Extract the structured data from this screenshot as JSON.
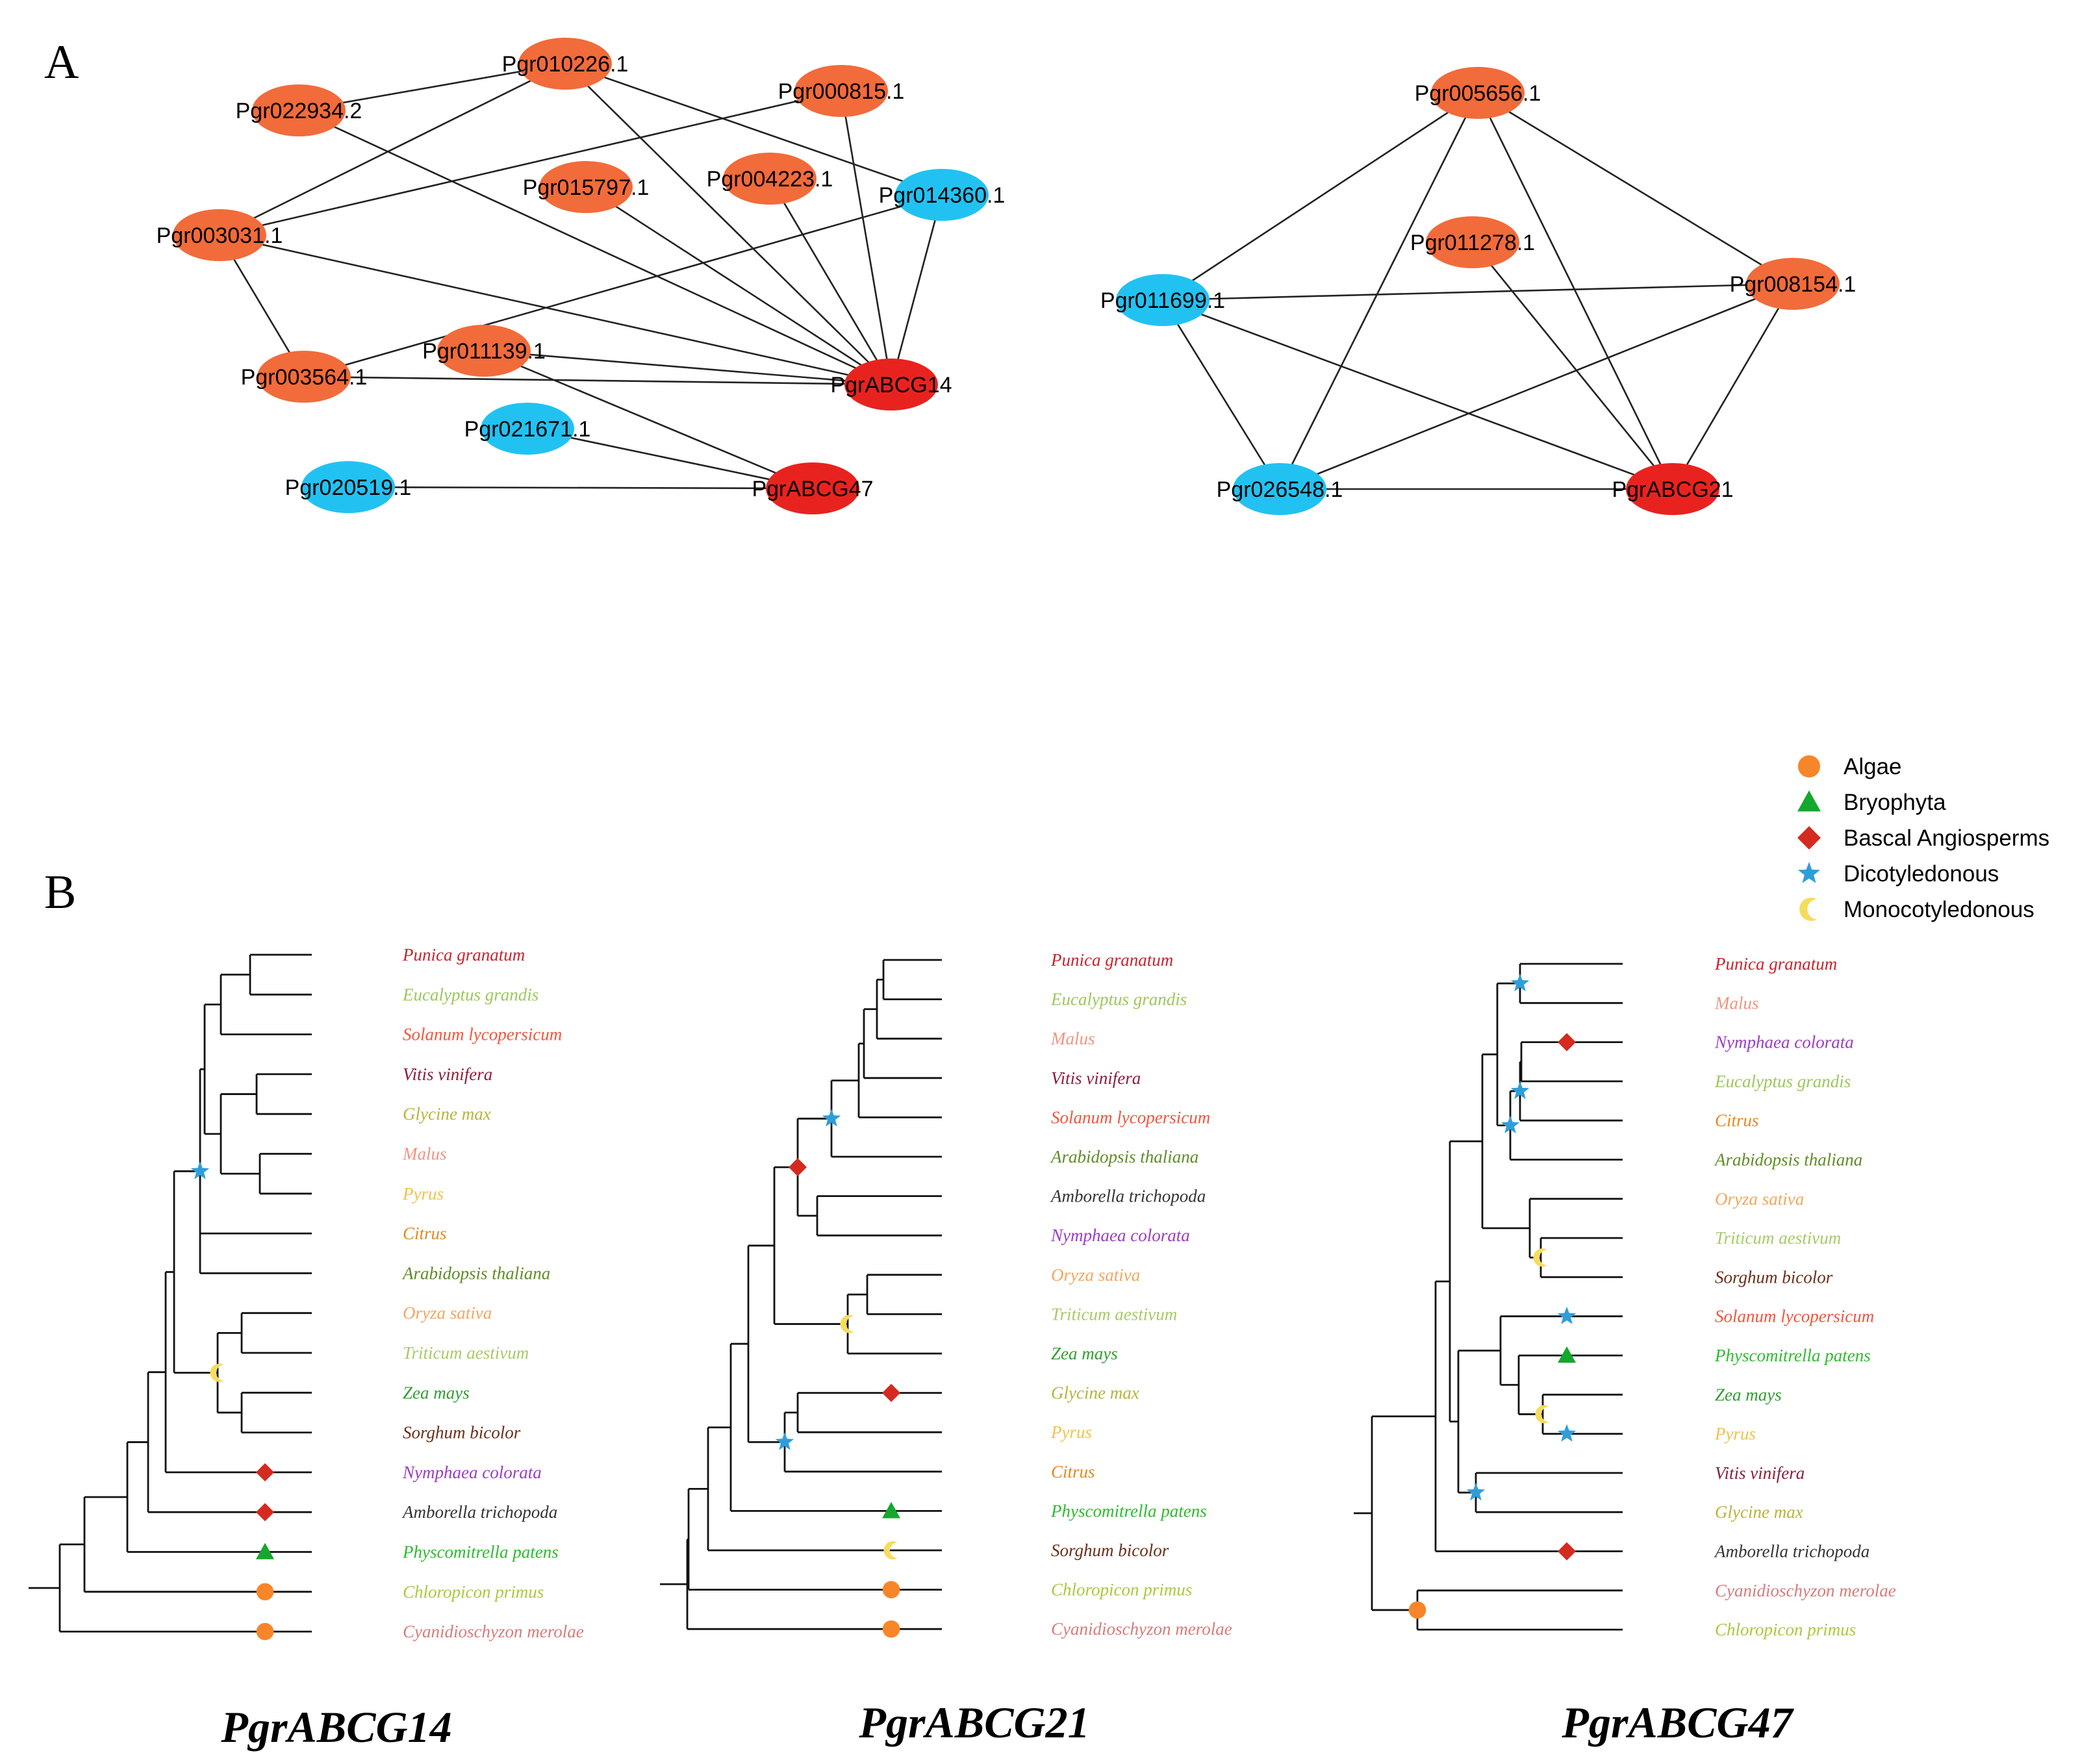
{
  "panel_a": {
    "letter": "A",
    "colors": {
      "orange": "#F26B3A",
      "blue": "#21C2F2",
      "red": "#E8231F"
    },
    "networks": [
      {
        "name": "left",
        "nodes": [
          {
            "id": "Pgr010226.1",
            "label": "Pgr010226.1",
            "color": "orange"
          },
          {
            "id": "Pgr022934.2",
            "label": "Pgr022934.2",
            "color": "orange"
          },
          {
            "id": "Pgr000815.1",
            "label": "Pgr000815.1",
            "color": "orange"
          },
          {
            "id": "Pgr015797.1",
            "label": "Pgr015797.1",
            "color": "orange"
          },
          {
            "id": "Pgr004223.1",
            "label": "Pgr004223.1",
            "color": "orange"
          },
          {
            "id": "Pgr014360.1",
            "label": "Pgr014360.1",
            "color": "blue"
          },
          {
            "id": "Pgr003031.1",
            "label": "Pgr003031.1",
            "color": "orange"
          },
          {
            "id": "Pgr011139.1",
            "label": "Pgr011139.1",
            "color": "orange"
          },
          {
            "id": "Pgr003564.1",
            "label": "Pgr003564.1",
            "color": "orange"
          },
          {
            "id": "PgrABCG14",
            "label": "PgrABCG14",
            "color": "red"
          },
          {
            "id": "Pgr021671.1",
            "label": "Pgr021671.1",
            "color": "blue"
          },
          {
            "id": "Pgr020519.1",
            "label": "Pgr020519.1",
            "color": "blue"
          },
          {
            "id": "PgrABCG47",
            "label": "PgrABCG47",
            "color": "red"
          }
        ],
        "edges": [
          [
            "Pgr022934.2",
            "Pgr010226.1"
          ],
          [
            "Pgr010226.1",
            "Pgr003031.1"
          ],
          [
            "Pgr010226.1",
            "Pgr014360.1"
          ],
          [
            "Pgr010226.1",
            "PgrABCG14"
          ],
          [
            "Pgr022934.2",
            "PgrABCG14"
          ],
          [
            "Pgr003031.1",
            "Pgr000815.1"
          ],
          [
            "Pgr000815.1",
            "PgrABCG14"
          ],
          [
            "Pgr015797.1",
            "PgrABCG14"
          ],
          [
            "Pgr004223.1",
            "PgrABCG14"
          ],
          [
            "Pgr014360.1",
            "PgrABCG14"
          ],
          [
            "Pgr003031.1",
            "PgrABCG14"
          ],
          [
            "Pgr003031.1",
            "Pgr003564.1"
          ],
          [
            "Pgr003564.1",
            "Pgr014360.1"
          ],
          [
            "Pgr003564.1",
            "PgrABCG14"
          ],
          [
            "Pgr011139.1",
            "PgrABCG14"
          ],
          [
            "Pgr011139.1",
            "PgrABCG47"
          ],
          [
            "Pgr021671.1",
            "PgrABCG47"
          ],
          [
            "Pgr020519.1",
            "PgrABCG47"
          ]
        ]
      },
      {
        "name": "right",
        "nodes": [
          {
            "id": "Pgr005656.1",
            "label": "Pgr005656.1",
            "color": "orange"
          },
          {
            "id": "Pgr011278.1",
            "label": "Pgr011278.1",
            "color": "orange"
          },
          {
            "id": "Pgr011699.1",
            "label": "Pgr011699.1",
            "color": "blue"
          },
          {
            "id": "Pgr008154.1",
            "label": "Pgr008154.1",
            "color": "orange"
          },
          {
            "id": "Pgr026548.1",
            "label": "Pgr026548.1",
            "color": "blue"
          },
          {
            "id": "PgrABCG21",
            "label": "PgrABCG21",
            "color": "red"
          }
        ],
        "edges": [
          [
            "Pgr005656.1",
            "Pgr011699.1"
          ],
          [
            "Pgr005656.1",
            "Pgr008154.1"
          ],
          [
            "Pgr005656.1",
            "Pgr026548.1"
          ],
          [
            "Pgr005656.1",
            "PgrABCG21"
          ],
          [
            "Pgr011278.1",
            "PgrABCG21"
          ],
          [
            "Pgr011699.1",
            "Pgr008154.1"
          ],
          [
            "Pgr011699.1",
            "Pgr026548.1"
          ],
          [
            "Pgr011699.1",
            "PgrABCG21"
          ],
          [
            "Pgr026548.1",
            "Pgr008154.1"
          ],
          [
            "Pgr026548.1",
            "PgrABCG21"
          ],
          [
            "Pgr008154.1",
            "PgrABCG21"
          ]
        ]
      }
    ]
  },
  "panel_b": {
    "letter": "B",
    "legend": [
      {
        "shape": "circle",
        "color": "#F7862A",
        "label": "Algae"
      },
      {
        "shape": "triangle",
        "color": "#14A82C",
        "label": "Bryophyta"
      },
      {
        "shape": "diamond",
        "color": "#D42A1F",
        "label": "Bascal Angiosperms"
      },
      {
        "shape": "star",
        "color": "#2F9ED8",
        "label": "Dicotyledonous"
      },
      {
        "shape": "moon",
        "color": "#F6DC5E",
        "label": "Monocotyledonous"
      }
    ],
    "trees": [
      {
        "title": "PgrABCG14",
        "leaves": [
          {
            "label": "Punica granatum",
            "color": "#C6242D"
          },
          {
            "label": "Eucalyptus grandis",
            "color": "#9CC75A"
          },
          {
            "label": "Solanum lycopersicum",
            "color": "#F0553B"
          },
          {
            "label": "Vitis vinifera",
            "color": "#8E1C38"
          },
          {
            "label": "Glycine max",
            "color": "#B8B33C"
          },
          {
            "label": "Malus",
            "color": "#F19480"
          },
          {
            "label": "Pyrus",
            "color": "#F1C24A"
          },
          {
            "label": "Citrus",
            "color": "#E08A1E"
          },
          {
            "label": "Arabidopsis thaliana",
            "color": "#5E8C25"
          },
          {
            "label": "Oryza sativa",
            "color": "#F2A65E"
          },
          {
            "label": "Triticum aestivum",
            "color": "#A6CB66"
          },
          {
            "label": "Zea mays",
            "color": "#2E9E2E"
          },
          {
            "label": "Sorghum bicolor",
            "color": "#6B2E1A"
          },
          {
            "label": "Nymphaea colorata",
            "color": "#9B3BC4"
          },
          {
            "label": "Amborella trichopoda",
            "color": "#333333"
          },
          {
            "label": "Physcomitrella patens",
            "color": "#2DBB2D"
          },
          {
            "label": "Chloropicon primus",
            "color": "#A8C940"
          },
          {
            "label": "Cyanidioschyzon merolae",
            "color": "#D97A7A"
          }
        ]
      },
      {
        "title": "PgrABCG21",
        "leaves": [
          {
            "label": "Punica granatum",
            "color": "#C6242D"
          },
          {
            "label": "Eucalyptus grandis",
            "color": "#9CC75A"
          },
          {
            "label": "Malus",
            "color": "#F19480"
          },
          {
            "label": "Vitis vinifera",
            "color": "#8E1C38"
          },
          {
            "label": "Solanum lycopersicum",
            "color": "#F0553B"
          },
          {
            "label": "Arabidopsis thaliana",
            "color": "#5E8C25"
          },
          {
            "label": "Amborella trichopoda",
            "color": "#333333"
          },
          {
            "label": "Nymphaea colorata",
            "color": "#9B3BC4"
          },
          {
            "label": "Oryza sativa",
            "color": "#F2A65E"
          },
          {
            "label": "Triticum aestivum",
            "color": "#A6CB66"
          },
          {
            "label": "Zea mays",
            "color": "#2E9E2E"
          },
          {
            "label": "Glycine max",
            "color": "#B8B33C"
          },
          {
            "label": "Pyrus",
            "color": "#F1C24A"
          },
          {
            "label": "Citrus",
            "color": "#E08A1E"
          },
          {
            "label": "Physcomitrella patens",
            "color": "#2DBB2D"
          },
          {
            "label": "Sorghum bicolor",
            "color": "#6B2E1A"
          },
          {
            "label": "Chloropicon primus",
            "color": "#A8C940"
          },
          {
            "label": "Cyanidioschyzon merolae",
            "color": "#D97A7A"
          }
        ]
      },
      {
        "title": "PgrABCG47",
        "leaves": [
          {
            "label": "Punica granatum",
            "color": "#C6242D"
          },
          {
            "label": "Malus",
            "color": "#F19480"
          },
          {
            "label": "Nymphaea colorata",
            "color": "#9B3BC4"
          },
          {
            "label": "Eucalyptus grandis",
            "color": "#9CC75A"
          },
          {
            "label": "Citrus",
            "color": "#E08A1E"
          },
          {
            "label": "Arabidopsis thaliana",
            "color": "#5E8C25"
          },
          {
            "label": "Oryza sativa",
            "color": "#F2A65E"
          },
          {
            "label": "Triticum aestivum",
            "color": "#A6CB66"
          },
          {
            "label": "Sorghum bicolor",
            "color": "#6B2E1A"
          },
          {
            "label": "Solanum lycopersicum",
            "color": "#F0553B"
          },
          {
            "label": "Physcomitrella patens",
            "color": "#2DBB2D"
          },
          {
            "label": "Zea mays",
            "color": "#2E9E2E"
          },
          {
            "label": "Pyrus",
            "color": "#F1C24A"
          },
          {
            "label": "Vitis vinifera",
            "color": "#8E1C38"
          },
          {
            "label": "Glycine max",
            "color": "#B8B33C"
          },
          {
            "label": "Amborella trichopoda",
            "color": "#333333"
          },
          {
            "label": "Cyanidioschyzon merolae",
            "color": "#D97A7A"
          },
          {
            "label": "Chloropicon primus",
            "color": "#A8C940"
          }
        ]
      }
    ]
  }
}
